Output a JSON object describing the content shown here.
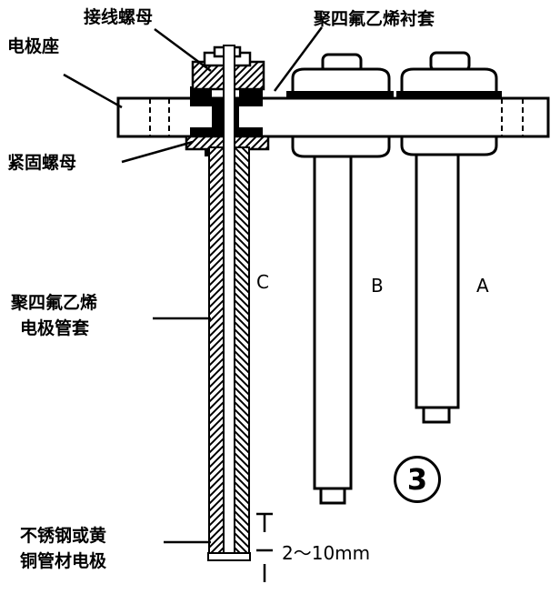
{
  "labels": {
    "connecting_nut": "接线螺母",
    "ptfe_sleeve": "聚四氟乙烯衬套",
    "electrode_seat": "电极座",
    "fastening_nut": "紧固螺母",
    "ptfe_tube_line1": "聚四氟乙烯",
    "ptfe_tube_line2": "电极管套",
    "electrode_line1": "不锈钢或黄",
    "electrode_line2": "铜管材电极",
    "dimension": "2～10mm"
  },
  "electrodes": {
    "a": "A",
    "b": "B",
    "c": "C"
  },
  "figure_number": "3"
}
